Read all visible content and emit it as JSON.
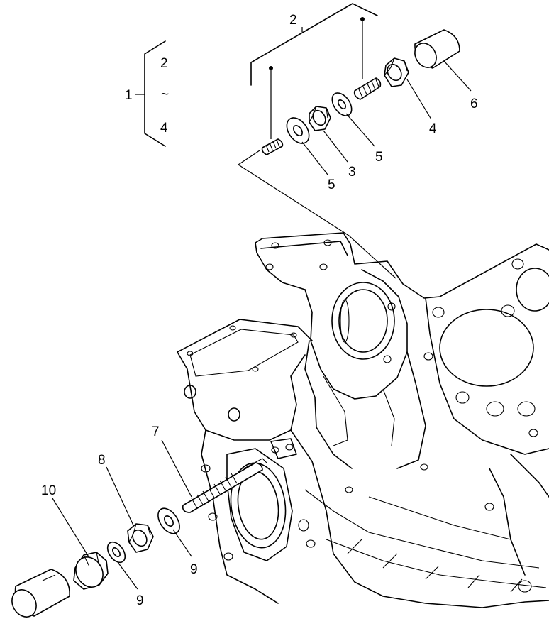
{
  "diagram": {
    "bracket_group": {
      "number": "1",
      "range_from": "2",
      "range_mark": "~",
      "range_to": "4"
    },
    "callouts": {
      "c2_top": "2",
      "c3": "3",
      "c4": "4",
      "c5_right": "5",
      "c5_left": "5",
      "c6": "6",
      "c7": "7",
      "c8": "8",
      "c9_right": "9",
      "c9_left": "9",
      "c10": "10"
    }
  }
}
